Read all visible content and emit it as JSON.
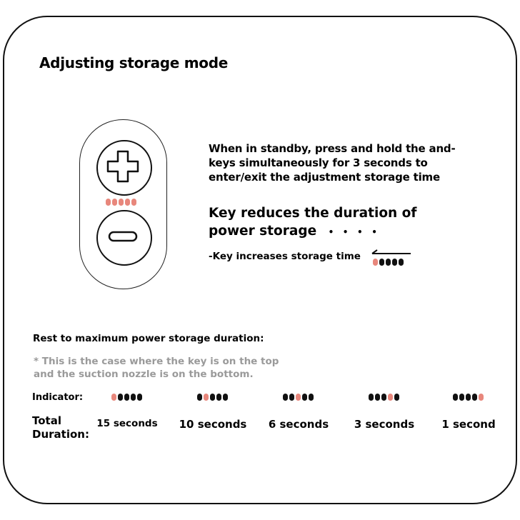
{
  "title": "Adjusting storage mode",
  "instructions": "When in standby, press and hold the and- keys simultaneously for 3 seconds to enter/exit the adjustment storage time",
  "key_reduces_line1": "Key reduces the duration of",
  "key_reduces_line2": "power storage",
  "key_reduces_dots": "•   •   •   •",
  "key_increases": "-Key increases storage time",
  "rest_heading": "Rest to maximum power storage duration:",
  "note_line1": "* This is the case where the key is on the top",
  "note_line2": "and the suction nozzle is on the bottom.",
  "indicator_label": "Indicator:",
  "total_label_1": "Total",
  "total_label_2": "Duration:",
  "colors": {
    "active": "#e8877c",
    "inactive": "#111111"
  },
  "modes": [
    {
      "active_index": 0,
      "duration": "15 seconds"
    },
    {
      "active_index": 1,
      "duration": "10 seconds"
    },
    {
      "active_index": 2,
      "duration": "6 seconds"
    },
    {
      "active_index": 3,
      "duration": "3 seconds"
    },
    {
      "active_index": 4,
      "duration": "1 second"
    }
  ]
}
